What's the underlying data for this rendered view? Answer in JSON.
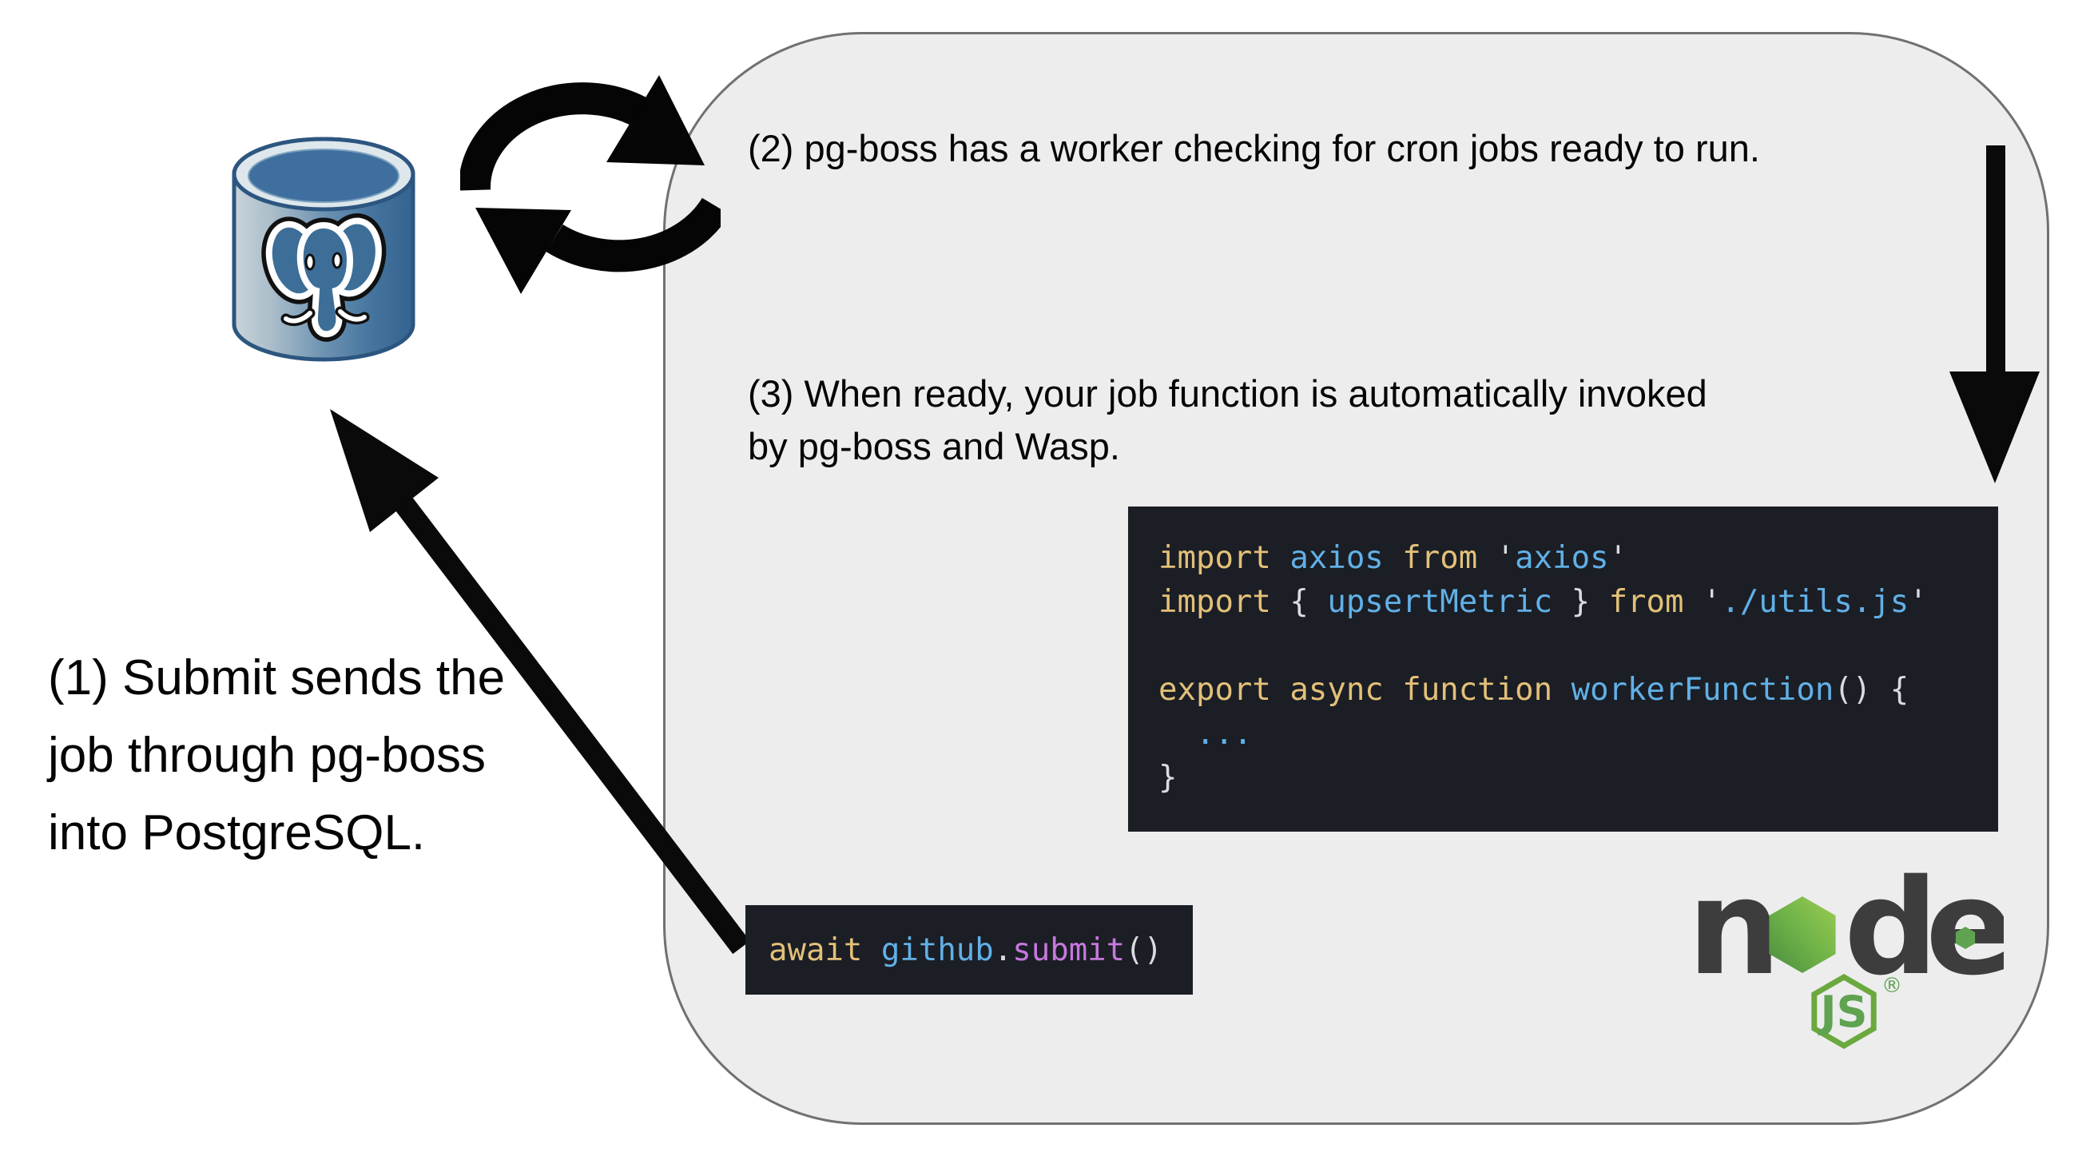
{
  "colors": {
    "page_bg": "#ffffff",
    "panel_bg": "#ededee",
    "panel_border": "#6f7172",
    "code_bg": "#1b1e25",
    "kw": "#e3c078",
    "id": "#61b0e7",
    "st": "#61b0e7",
    "pn": "#d9dbe0",
    "fn": "#c678dd",
    "pl": "#abb2bf",
    "arrow_black": "#0a0a0a",
    "pg_blue": "#3c6e97",
    "pg_blue_dark": "#2c5680",
    "node_dark": "#3d3d3d",
    "node_green": "#5fa351",
    "node_green_light": "#9ccc52",
    "node_badge_green": "#6ba93f"
  },
  "steps": {
    "step1": {
      "lines": [
        "(1) Submit sends the",
        "job through pg-boss",
        "into PostgreSQL."
      ]
    },
    "step2": {
      "lines": [
        "(2) pg-boss has a worker checking for cron jobs ready to run."
      ]
    },
    "step3": {
      "lines": [
        "(3) When ready, your job function is automatically invoked",
        "by pg-boss and Wasp."
      ]
    }
  },
  "code_main": {
    "lines": [
      [
        [
          "kw",
          "import"
        ],
        [
          "pl",
          " "
        ],
        [
          "id",
          "axios"
        ],
        [
          "pl",
          " "
        ],
        [
          "kw",
          "from"
        ],
        [
          "pl",
          " "
        ],
        [
          "pn",
          "'"
        ],
        [
          "st",
          "axios"
        ],
        [
          "pn",
          "'"
        ]
      ],
      [
        [
          "kw",
          "import"
        ],
        [
          "pn",
          " { "
        ],
        [
          "id",
          "upsertMetric"
        ],
        [
          "pn",
          " } "
        ],
        [
          "kw",
          "from"
        ],
        [
          "pl",
          " "
        ],
        [
          "pn",
          "'"
        ],
        [
          "st",
          "./utils.js"
        ],
        [
          "pn",
          "'"
        ]
      ],
      [],
      [
        [
          "kw",
          "export"
        ],
        [
          "pl",
          " "
        ],
        [
          "kw",
          "async"
        ],
        [
          "pl",
          " "
        ],
        [
          "kw",
          "function"
        ],
        [
          "pl",
          " "
        ],
        [
          "id",
          "workerFunction"
        ],
        [
          "pn",
          "() {"
        ]
      ],
      [
        [
          "id",
          "  ..."
        ]
      ],
      [
        [
          "pn",
          "}"
        ]
      ]
    ]
  },
  "code_submit": {
    "lines": [
      [
        [
          "kw",
          "await"
        ],
        [
          "pl",
          " "
        ],
        [
          "id",
          "github"
        ],
        [
          "pn",
          "."
        ],
        [
          "fn",
          "submit"
        ],
        [
          "pn",
          "()"
        ]
      ]
    ]
  },
  "nodejs": {
    "letters": [
      "n",
      "d",
      "e"
    ],
    "badge": "JS",
    "reg": "®"
  }
}
